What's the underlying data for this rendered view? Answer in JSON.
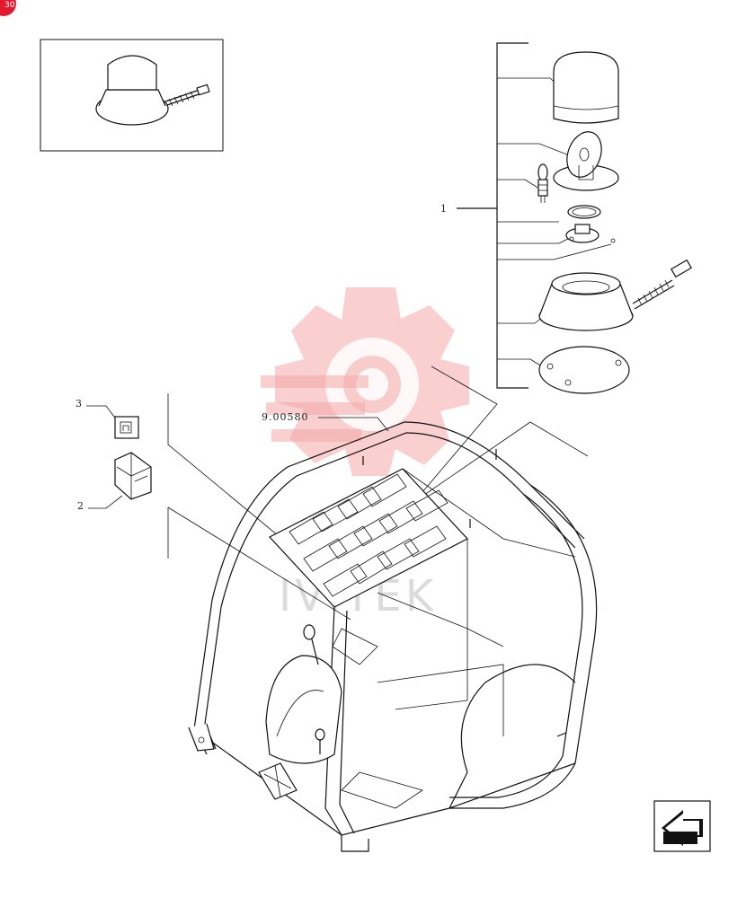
{
  "diagram": {
    "callouts": {
      "item1": "1",
      "item2": "2",
      "item3": "3",
      "ref": "9.00580"
    },
    "corner_badge": "30",
    "watermark_text": "IVITEK",
    "colors": {
      "line": "#111111",
      "badge": "#e31b2f",
      "watermark": "#f4a8a8"
    },
    "icons": {
      "nav_arrow": "next-page-arrow-icon"
    }
  }
}
